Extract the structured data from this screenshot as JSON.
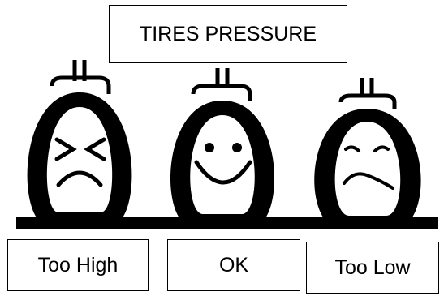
{
  "title": "TIRES PRESSURE",
  "labels": {
    "too_high": "Too High",
    "ok": "OK",
    "too_low": "Too Low"
  },
  "faces": [
    {
      "state": "too-high",
      "expression": "crying-icon"
    },
    {
      "state": "ok",
      "expression": "smile-icon"
    },
    {
      "state": "too-low",
      "expression": "sad-icon"
    }
  ],
  "colors": {
    "ink": "#000000",
    "background": "#ffffff"
  }
}
